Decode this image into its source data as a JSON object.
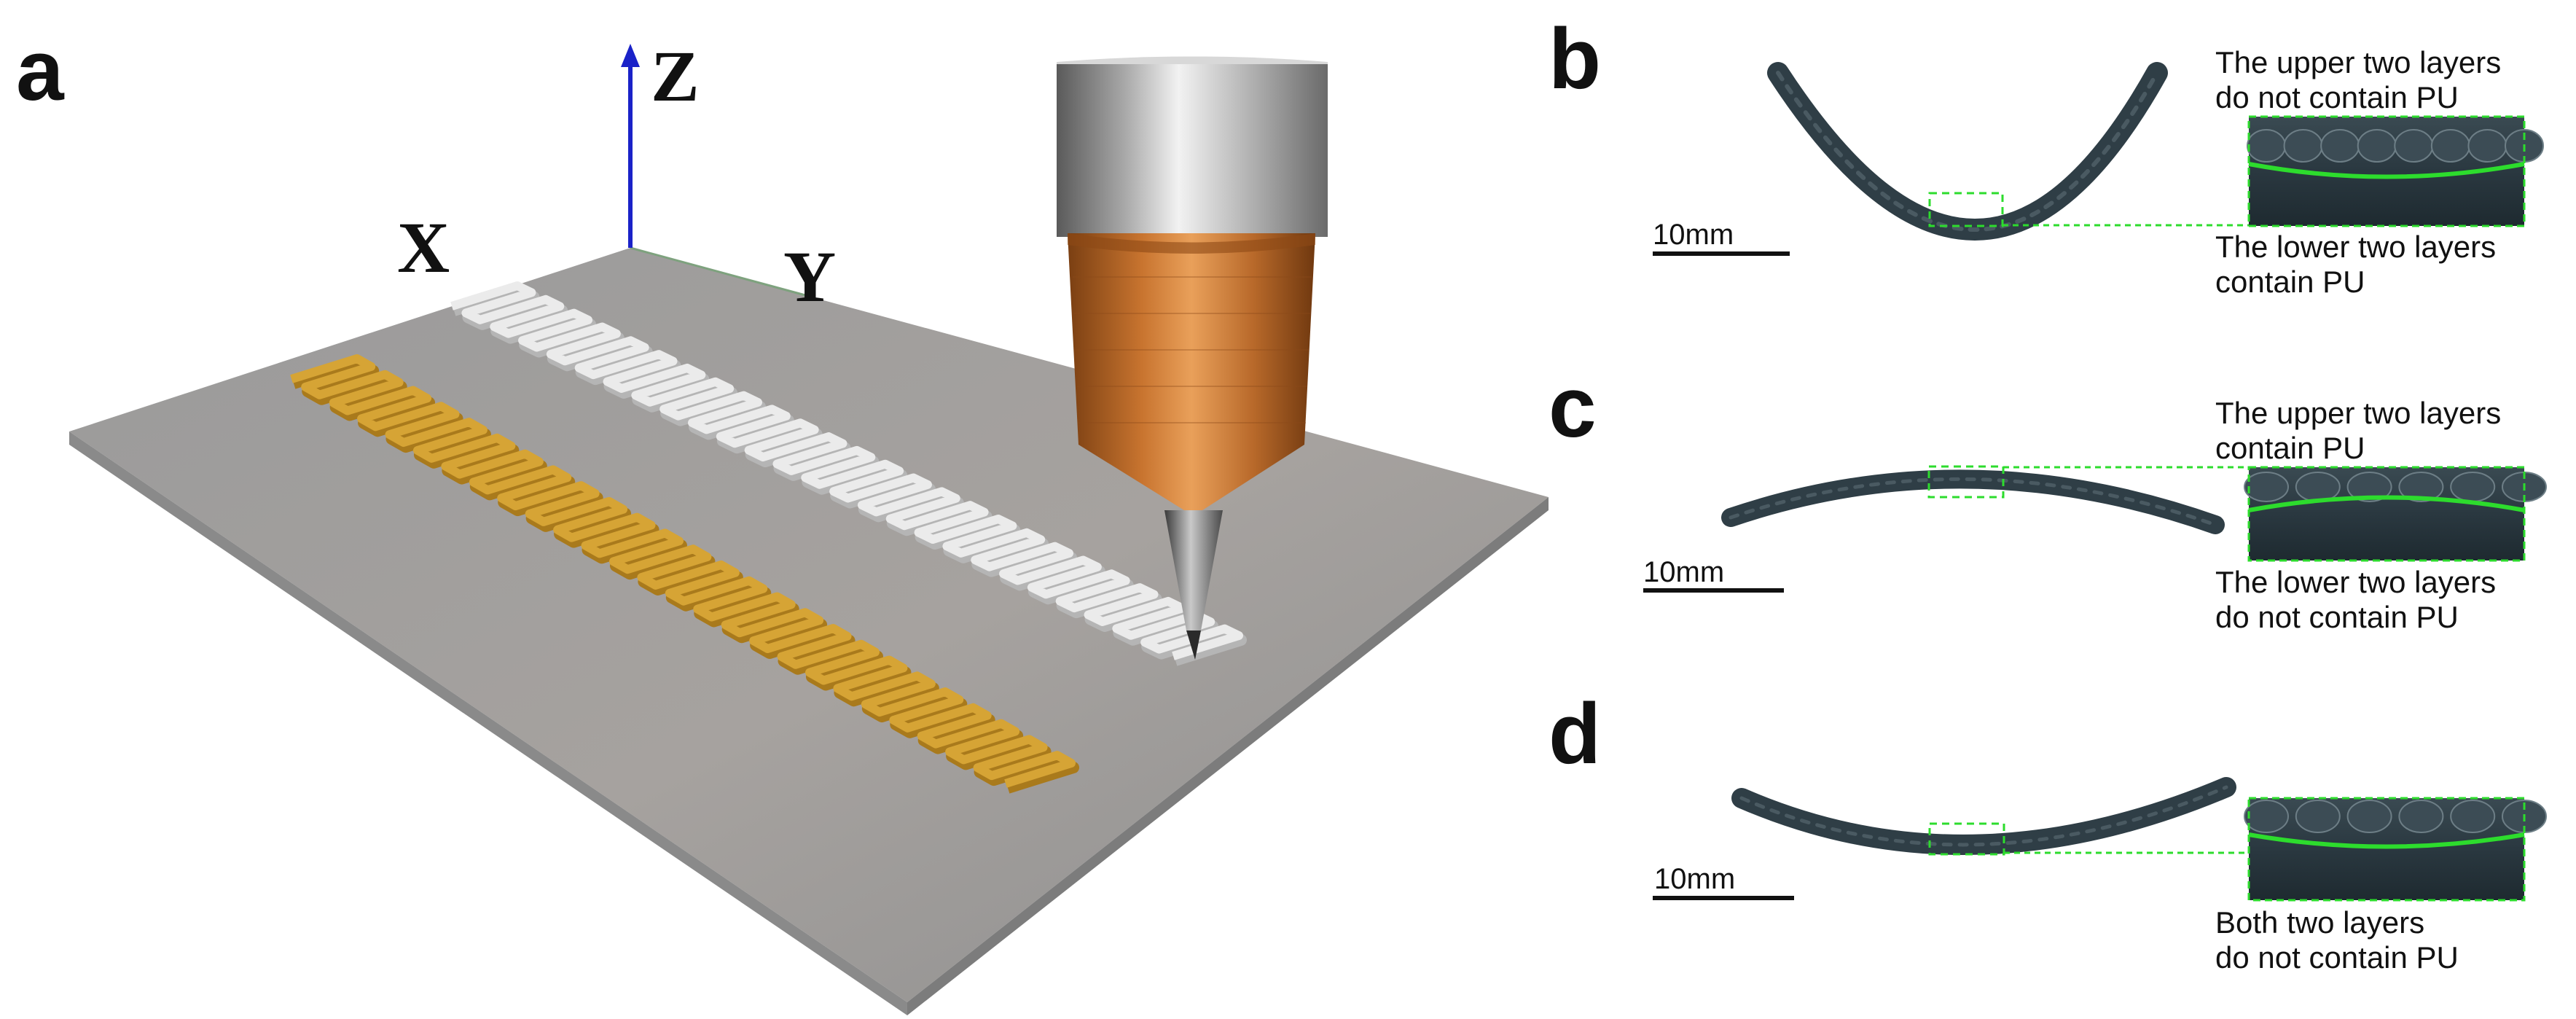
{
  "panels": {
    "a": {
      "label": "a",
      "axes": {
        "x": "X",
        "y": "Y",
        "z": "Z"
      }
    },
    "b": {
      "label": "b",
      "upper_caption": [
        "The upper two layers",
        "do not contain PU"
      ],
      "lower_caption": [
        "The lower two layers",
        "contain PU"
      ],
      "scale": "10mm"
    },
    "c": {
      "label": "c",
      "upper_caption": [
        "The upper two layers",
        "contain PU"
      ],
      "lower_caption": [
        "The lower two layers",
        "do not contain PU"
      ],
      "scale": "10mm"
    },
    "d": {
      "label": "d",
      "lower_caption": [
        "Both two layers",
        "do not contain PU"
      ],
      "scale": "10mm"
    }
  },
  "colors": {
    "platform": "#a3a3a3",
    "gold_trace": "#d6a435",
    "white_trace": "#ebebeb",
    "nozzle_copper": "#b8692a",
    "nozzle_steel": "#9a9a9a",
    "sample": "#2f3e46",
    "highlight": "#2ddc2d",
    "z_axis": "#1a22c8"
  }
}
